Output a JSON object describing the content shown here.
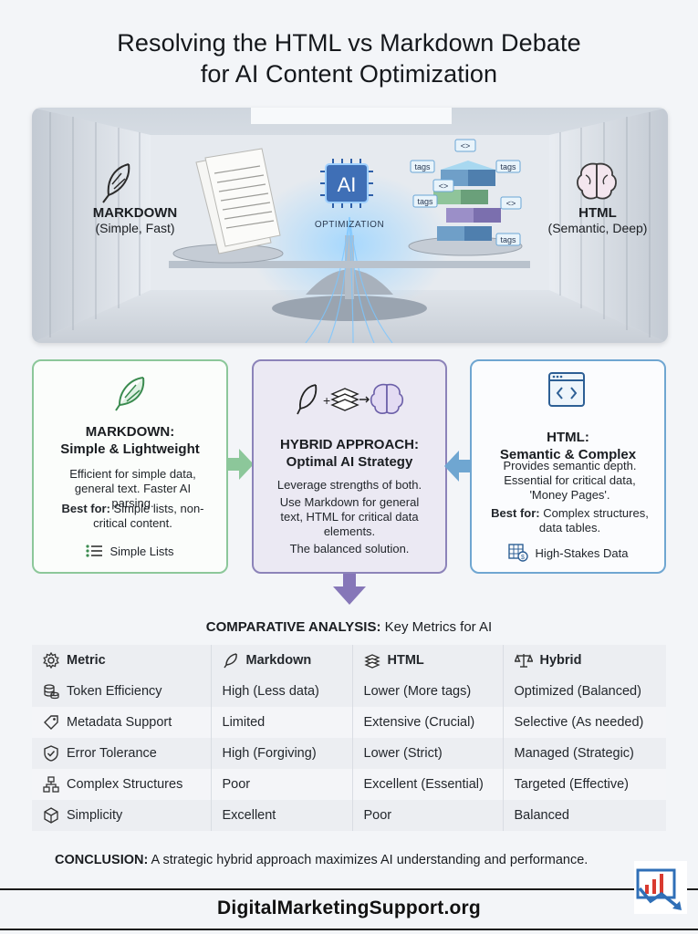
{
  "title": {
    "line1": "Resolving the HTML vs Markdown Debate",
    "line2": "for AI Content Optimization"
  },
  "hero": {
    "markdown_label": "MARKDOWN",
    "markdown_sub": "(Simple, Fast)",
    "html_label": "HTML",
    "html_sub": "(Semantic, Deep)",
    "ai_chip": "AI",
    "optimization": "OPTIMIZATION",
    "tag_labels": [
      "<>",
      "tags",
      "tags",
      "<>",
      "tags",
      "<>",
      "tags"
    ]
  },
  "cards": {
    "markdown": {
      "title_line1": "MARKDOWN:",
      "title_line2": "Simple & Lightweight",
      "desc": "Efficient for simple data, general text. Faster AI parsing.",
      "best_label": "Best for:",
      "best_text": " Simple lists, non-critical content.",
      "footer": "Simple Lists"
    },
    "hybrid": {
      "title_line1": "HYBRID APPROACH:",
      "title_line2": "Optimal AI Strategy",
      "p1": "Leverage strengths of both.",
      "p2": "Use Markdown for general text, HTML for critical data elements.",
      "p3": "The balanced solution."
    },
    "html": {
      "title_line1": "HTML:",
      "title_line2": "Semantic & Complex",
      "desc": "Provides semantic depth. Essential for critical data, 'Money Pages'.",
      "best_label": "Best for:",
      "best_text": " Complex structures, data tables.",
      "footer": "High-Stakes Data"
    }
  },
  "analysis": {
    "title_bold": "COMPARATIVE ANALYSIS:",
    "title_rest": " Key Metrics for AI",
    "headers": [
      "Metric",
      "Markdown",
      "HTML",
      "Hybrid"
    ],
    "rows": [
      {
        "metric": "Token Efficiency",
        "markdown": "High (Less data)",
        "html": "Lower (More tags)",
        "hybrid": "Optimized (Balanced)",
        "icon": "coins-icon"
      },
      {
        "metric": "Metadata Support",
        "markdown": "Limited",
        "html": "Extensive (Crucial)",
        "hybrid": "Selective (As needed)",
        "icon": "tag-icon"
      },
      {
        "metric": "Error Tolerance",
        "markdown": "High (Forgiving)",
        "html": "Lower (Strict)",
        "hybrid": "Managed (Strategic)",
        "icon": "shield-check-icon"
      },
      {
        "metric": "Complex Structures",
        "markdown": "Poor",
        "html": "Excellent (Essential)",
        "hybrid": "Targeted (Effective)",
        "icon": "network-icon"
      },
      {
        "metric": "Simplicity",
        "markdown": "Excellent",
        "html": "Poor",
        "hybrid": "Balanced",
        "icon": "cube-icon"
      }
    ]
  },
  "conclusion": {
    "bold": "CONCLUSION:",
    "text": " A strategic hybrid approach maximizes AI understanding and performance."
  },
  "footer": {
    "site": "DigitalMarketingSupport.org"
  },
  "colors": {
    "markdown_green": "#8cc79a",
    "hybrid_purple": "#8c83b9",
    "html_blue": "#6fa6d1",
    "logo_red": "#d93a2f",
    "logo_blue": "#2f6fb7"
  }
}
